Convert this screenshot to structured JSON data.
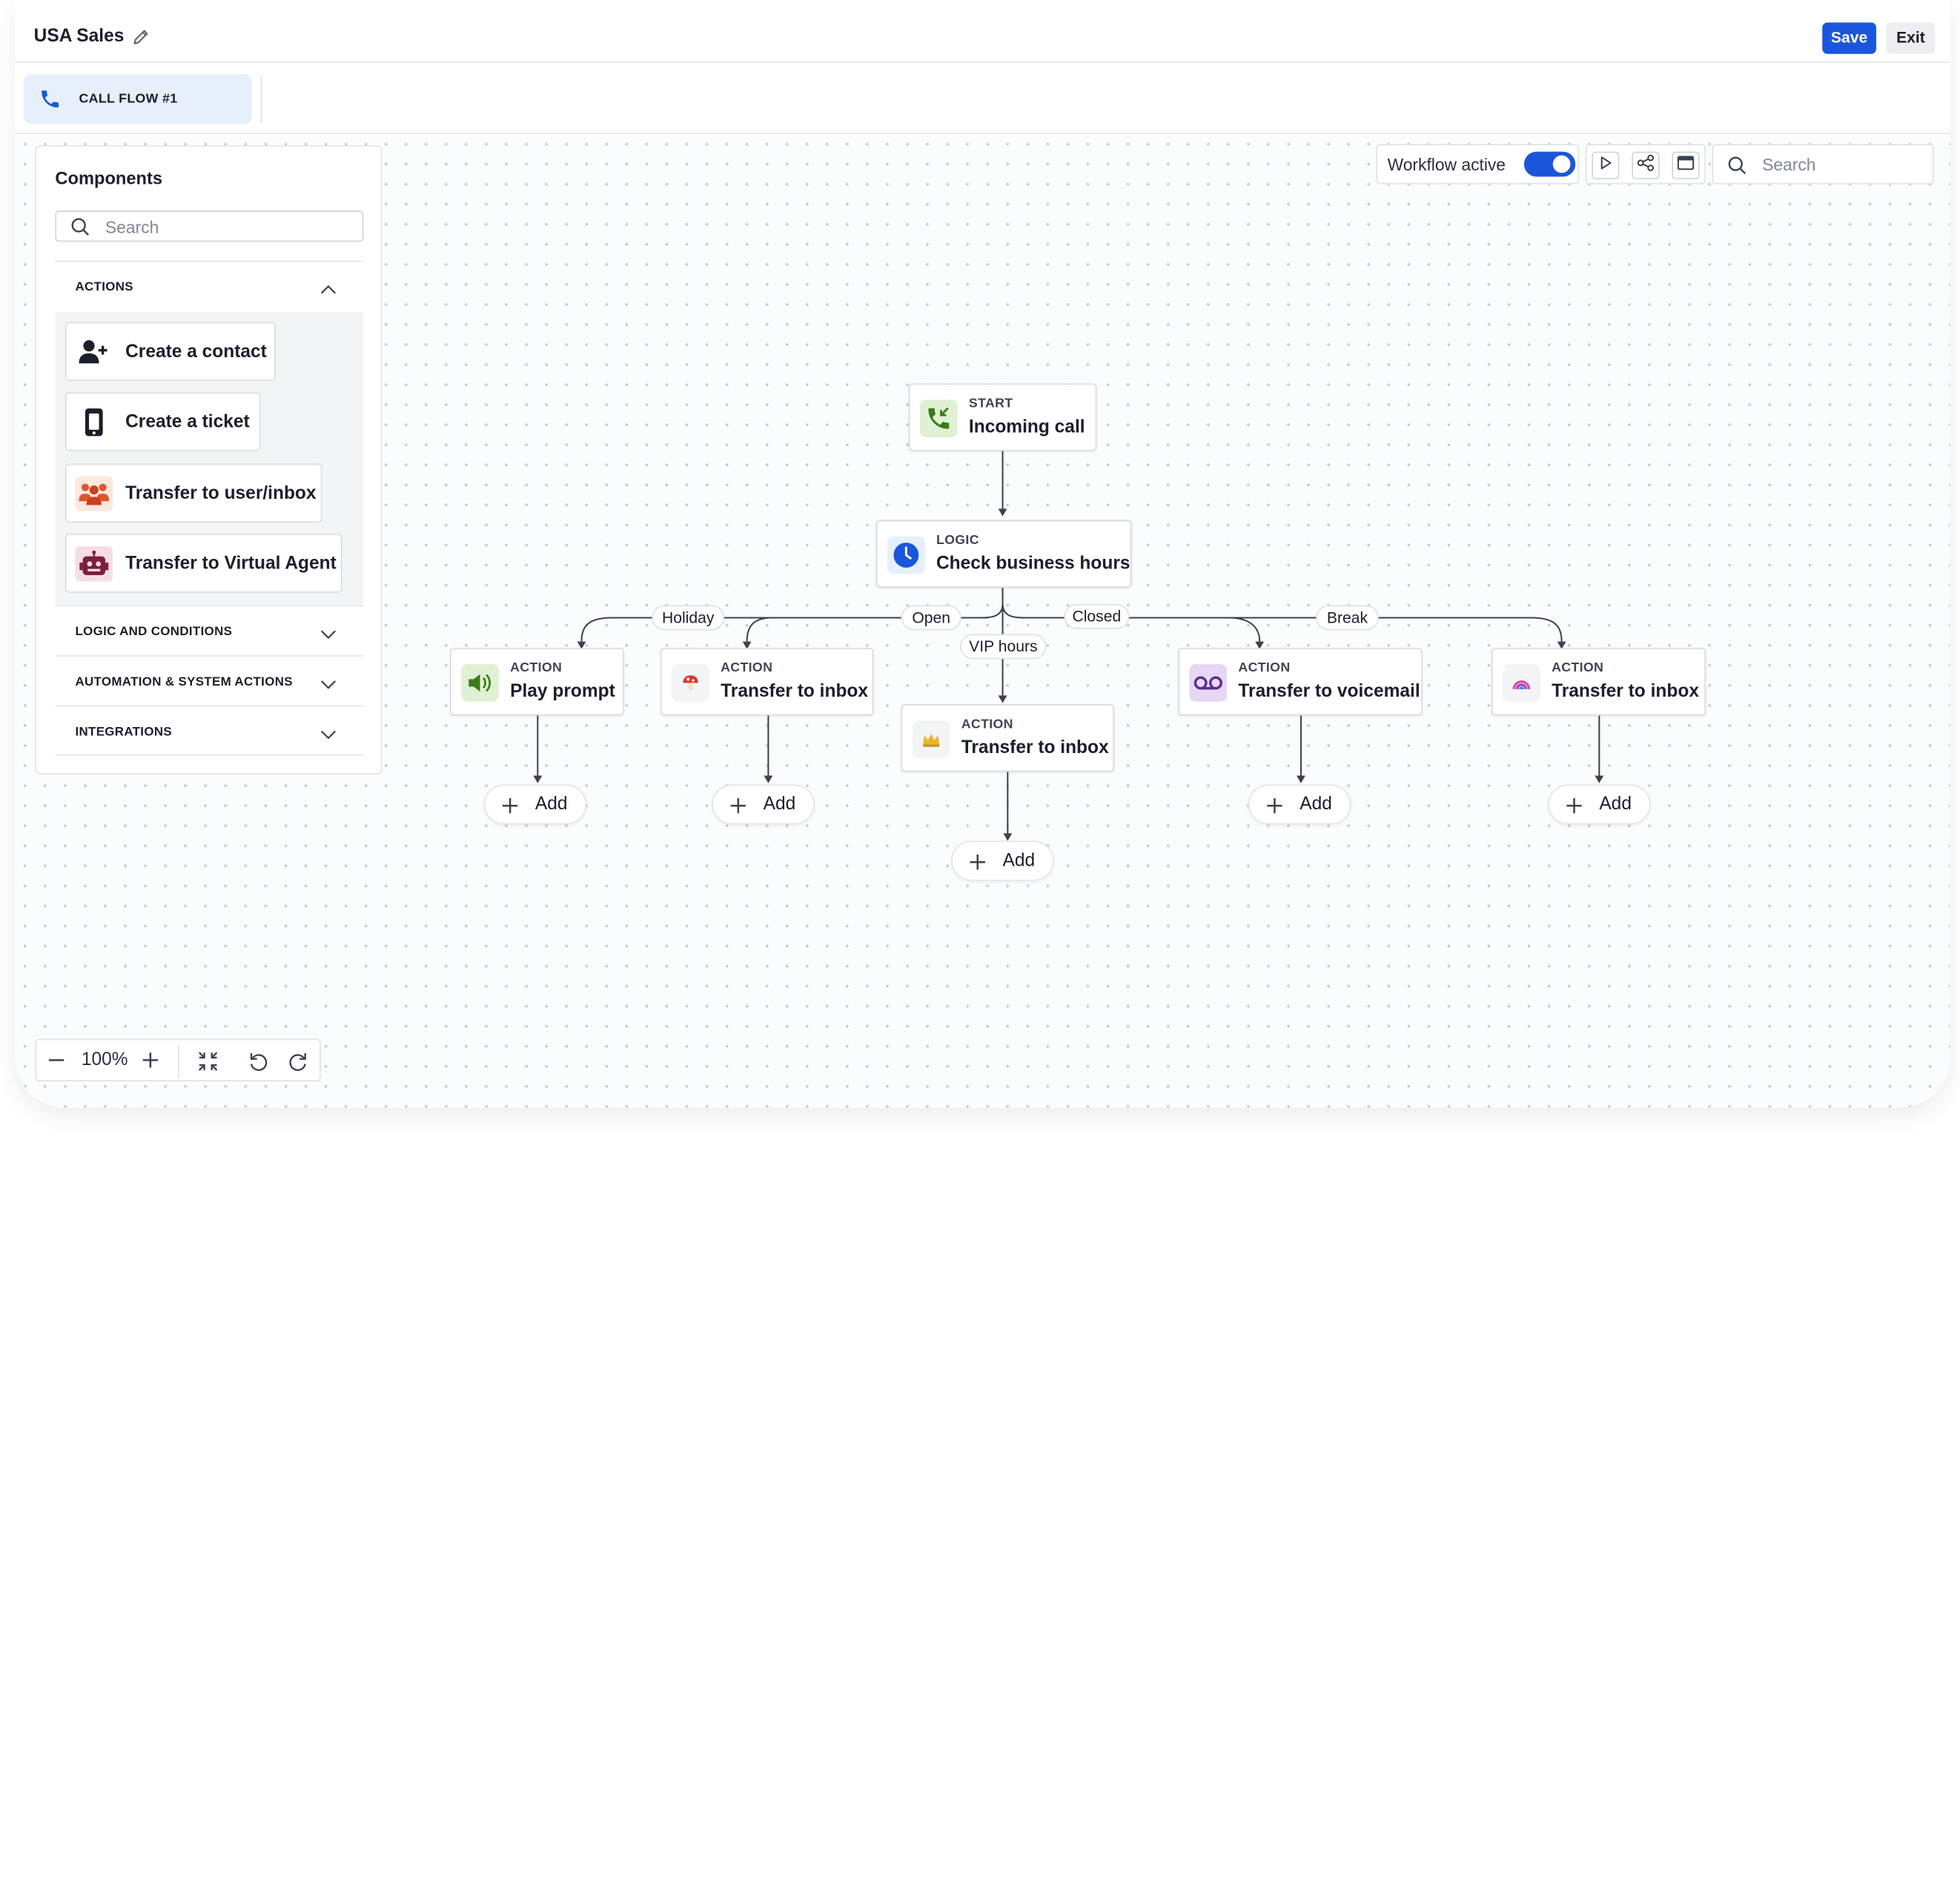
{
  "header": {
    "title": "USA Sales",
    "save_label": "Save",
    "exit_label": "Exit"
  },
  "tabs": [
    {
      "label": "CALL FLOW #1",
      "icon": "phone-icon"
    }
  ],
  "components": {
    "title": "Components",
    "search_placeholder": "Search",
    "sections": {
      "actions": {
        "label": "ACTIONS",
        "expanded": true
      },
      "logic": {
        "label": "LOGIC AND CONDITIONS",
        "expanded": false
      },
      "automation": {
        "label": "AUTOMATION & SYSTEM ACTIONS",
        "expanded": false
      },
      "integrations": {
        "label": "INTEGRATIONS",
        "expanded": false
      }
    },
    "items": [
      {
        "label": "Create a contact",
        "icon": "add-user-icon"
      },
      {
        "label": "Create a ticket",
        "icon": "ticket-icon"
      },
      {
        "label": "Transfer to user/inbox",
        "icon": "users-icon"
      },
      {
        "label": "Transfer to Virtual Agent",
        "icon": "robot-icon"
      }
    ]
  },
  "toolbar": {
    "workflow_label": "Workflow active",
    "workflow_active": true,
    "search_placeholder": "Search"
  },
  "flow": {
    "nodes": {
      "start": {
        "type": "START",
        "label": "Incoming call",
        "icon": "incoming-call-icon"
      },
      "logic": {
        "type": "LOGIC",
        "label": "Check business hours",
        "icon": "clock-icon"
      },
      "holiday": {
        "type": "ACTION",
        "label": "Play prompt",
        "icon": "speaker-icon"
      },
      "open": {
        "type": "ACTION",
        "label": "Transfer to inbox",
        "icon": "mushroom-emoji-icon"
      },
      "vip": {
        "type": "ACTION",
        "label": "Transfer to inbox",
        "icon": "crown-emoji-icon"
      },
      "closed": {
        "type": "ACTION",
        "label": "Transfer to voicemail",
        "icon": "voicemail-icon"
      },
      "break": {
        "type": "ACTION",
        "label": "Transfer to inbox",
        "icon": "rainbow-emoji-icon"
      }
    },
    "edge_labels": {
      "holiday": "Holiday",
      "open": "Open",
      "vip": "VIP hours",
      "closed": "Closed",
      "break": "Break"
    },
    "add_label": "Add"
  },
  "zoom": {
    "level": "100%"
  },
  "colors": {
    "accent": "#1a56db",
    "call_green": "#3d7a1a",
    "logic_blue": "#1a56db",
    "voicemail_purple": "#5b2d8e"
  }
}
